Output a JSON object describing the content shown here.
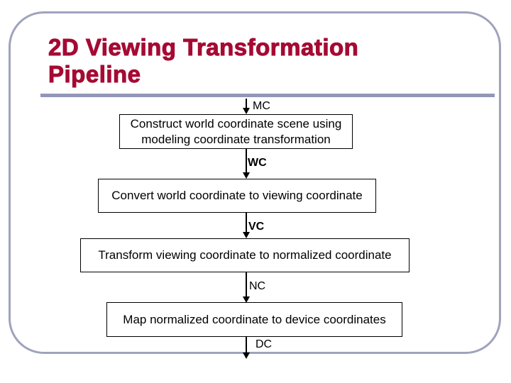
{
  "slide": {
    "title": "2D Viewing Transformation Pipeline"
  },
  "theme": {
    "title_color": "#a50a33",
    "border_color": "#9fa3bc",
    "divider_color": "#9297b8",
    "box_border_color": "#000000",
    "text_color": "#000000"
  },
  "pipeline": {
    "labels": [
      {
        "text": "MC",
        "bold": false
      },
      {
        "text": "WC",
        "bold": true
      },
      {
        "text": "VC",
        "bold": true
      },
      {
        "text": "NC",
        "bold": false
      },
      {
        "text": "DC",
        "bold": false
      }
    ],
    "boxes": [
      {
        "text": "Construct world coordinate scene using modeling coordinate transformation"
      },
      {
        "text": "Convert world coordinate to viewing coordinate"
      },
      {
        "text": "Transform viewing coordinate to normalized coordinate"
      },
      {
        "text": "Map normalized coordinate to device coordinates"
      }
    ]
  }
}
